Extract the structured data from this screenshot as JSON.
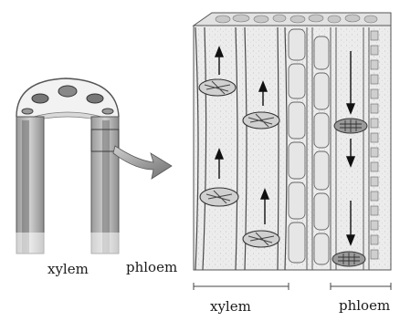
{
  "labels": {
    "stem_xylem": "xylem",
    "stem_phloem": "phloem",
    "detail_xylem": "xylem",
    "detail_phloem": "phloem"
  }
}
